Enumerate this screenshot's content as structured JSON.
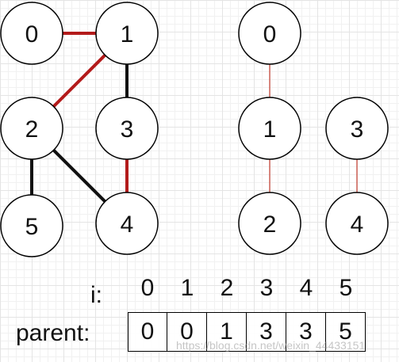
{
  "graph": {
    "nodes": [
      {
        "id": "g0",
        "label": "0"
      },
      {
        "id": "g1",
        "label": "1"
      },
      {
        "id": "g2",
        "label": "2"
      },
      {
        "id": "g3",
        "label": "3"
      },
      {
        "id": "g4",
        "label": "4"
      },
      {
        "id": "g5",
        "label": "5"
      }
    ],
    "edges": [
      {
        "from": "g0",
        "to": "g1",
        "color": "#b31b1b"
      },
      {
        "from": "g1",
        "to": "g2",
        "color": "#b31b1b"
      },
      {
        "from": "g1",
        "to": "g3",
        "color": "#111111"
      },
      {
        "from": "g3",
        "to": "g4",
        "color": "#b31b1b"
      },
      {
        "from": "g2",
        "to": "g5",
        "color": "#111111"
      },
      {
        "from": "g2",
        "to": "g4",
        "color": "#111111"
      }
    ]
  },
  "tree": {
    "nodes": [
      {
        "id": "t0",
        "label": "0"
      },
      {
        "id": "t1",
        "label": "1"
      },
      {
        "id": "t2",
        "label": "2"
      },
      {
        "id": "t3",
        "label": "3"
      },
      {
        "id": "t4",
        "label": "4"
      }
    ],
    "edges": [
      {
        "from": "t0",
        "to": "t1",
        "color": "#c0392b"
      },
      {
        "from": "t1",
        "to": "t2",
        "color": "#c0392b"
      },
      {
        "from": "t3",
        "to": "t4",
        "color": "#c0392b"
      }
    ]
  },
  "array": {
    "index_label": "i:",
    "parent_label": "parent:",
    "indices": [
      "0",
      "1",
      "2",
      "3",
      "4",
      "5"
    ],
    "parent": [
      "0",
      "0",
      "1",
      "3",
      "3",
      "5"
    ]
  },
  "watermark": "https://blog.csdn.net/weixin_44433151"
}
